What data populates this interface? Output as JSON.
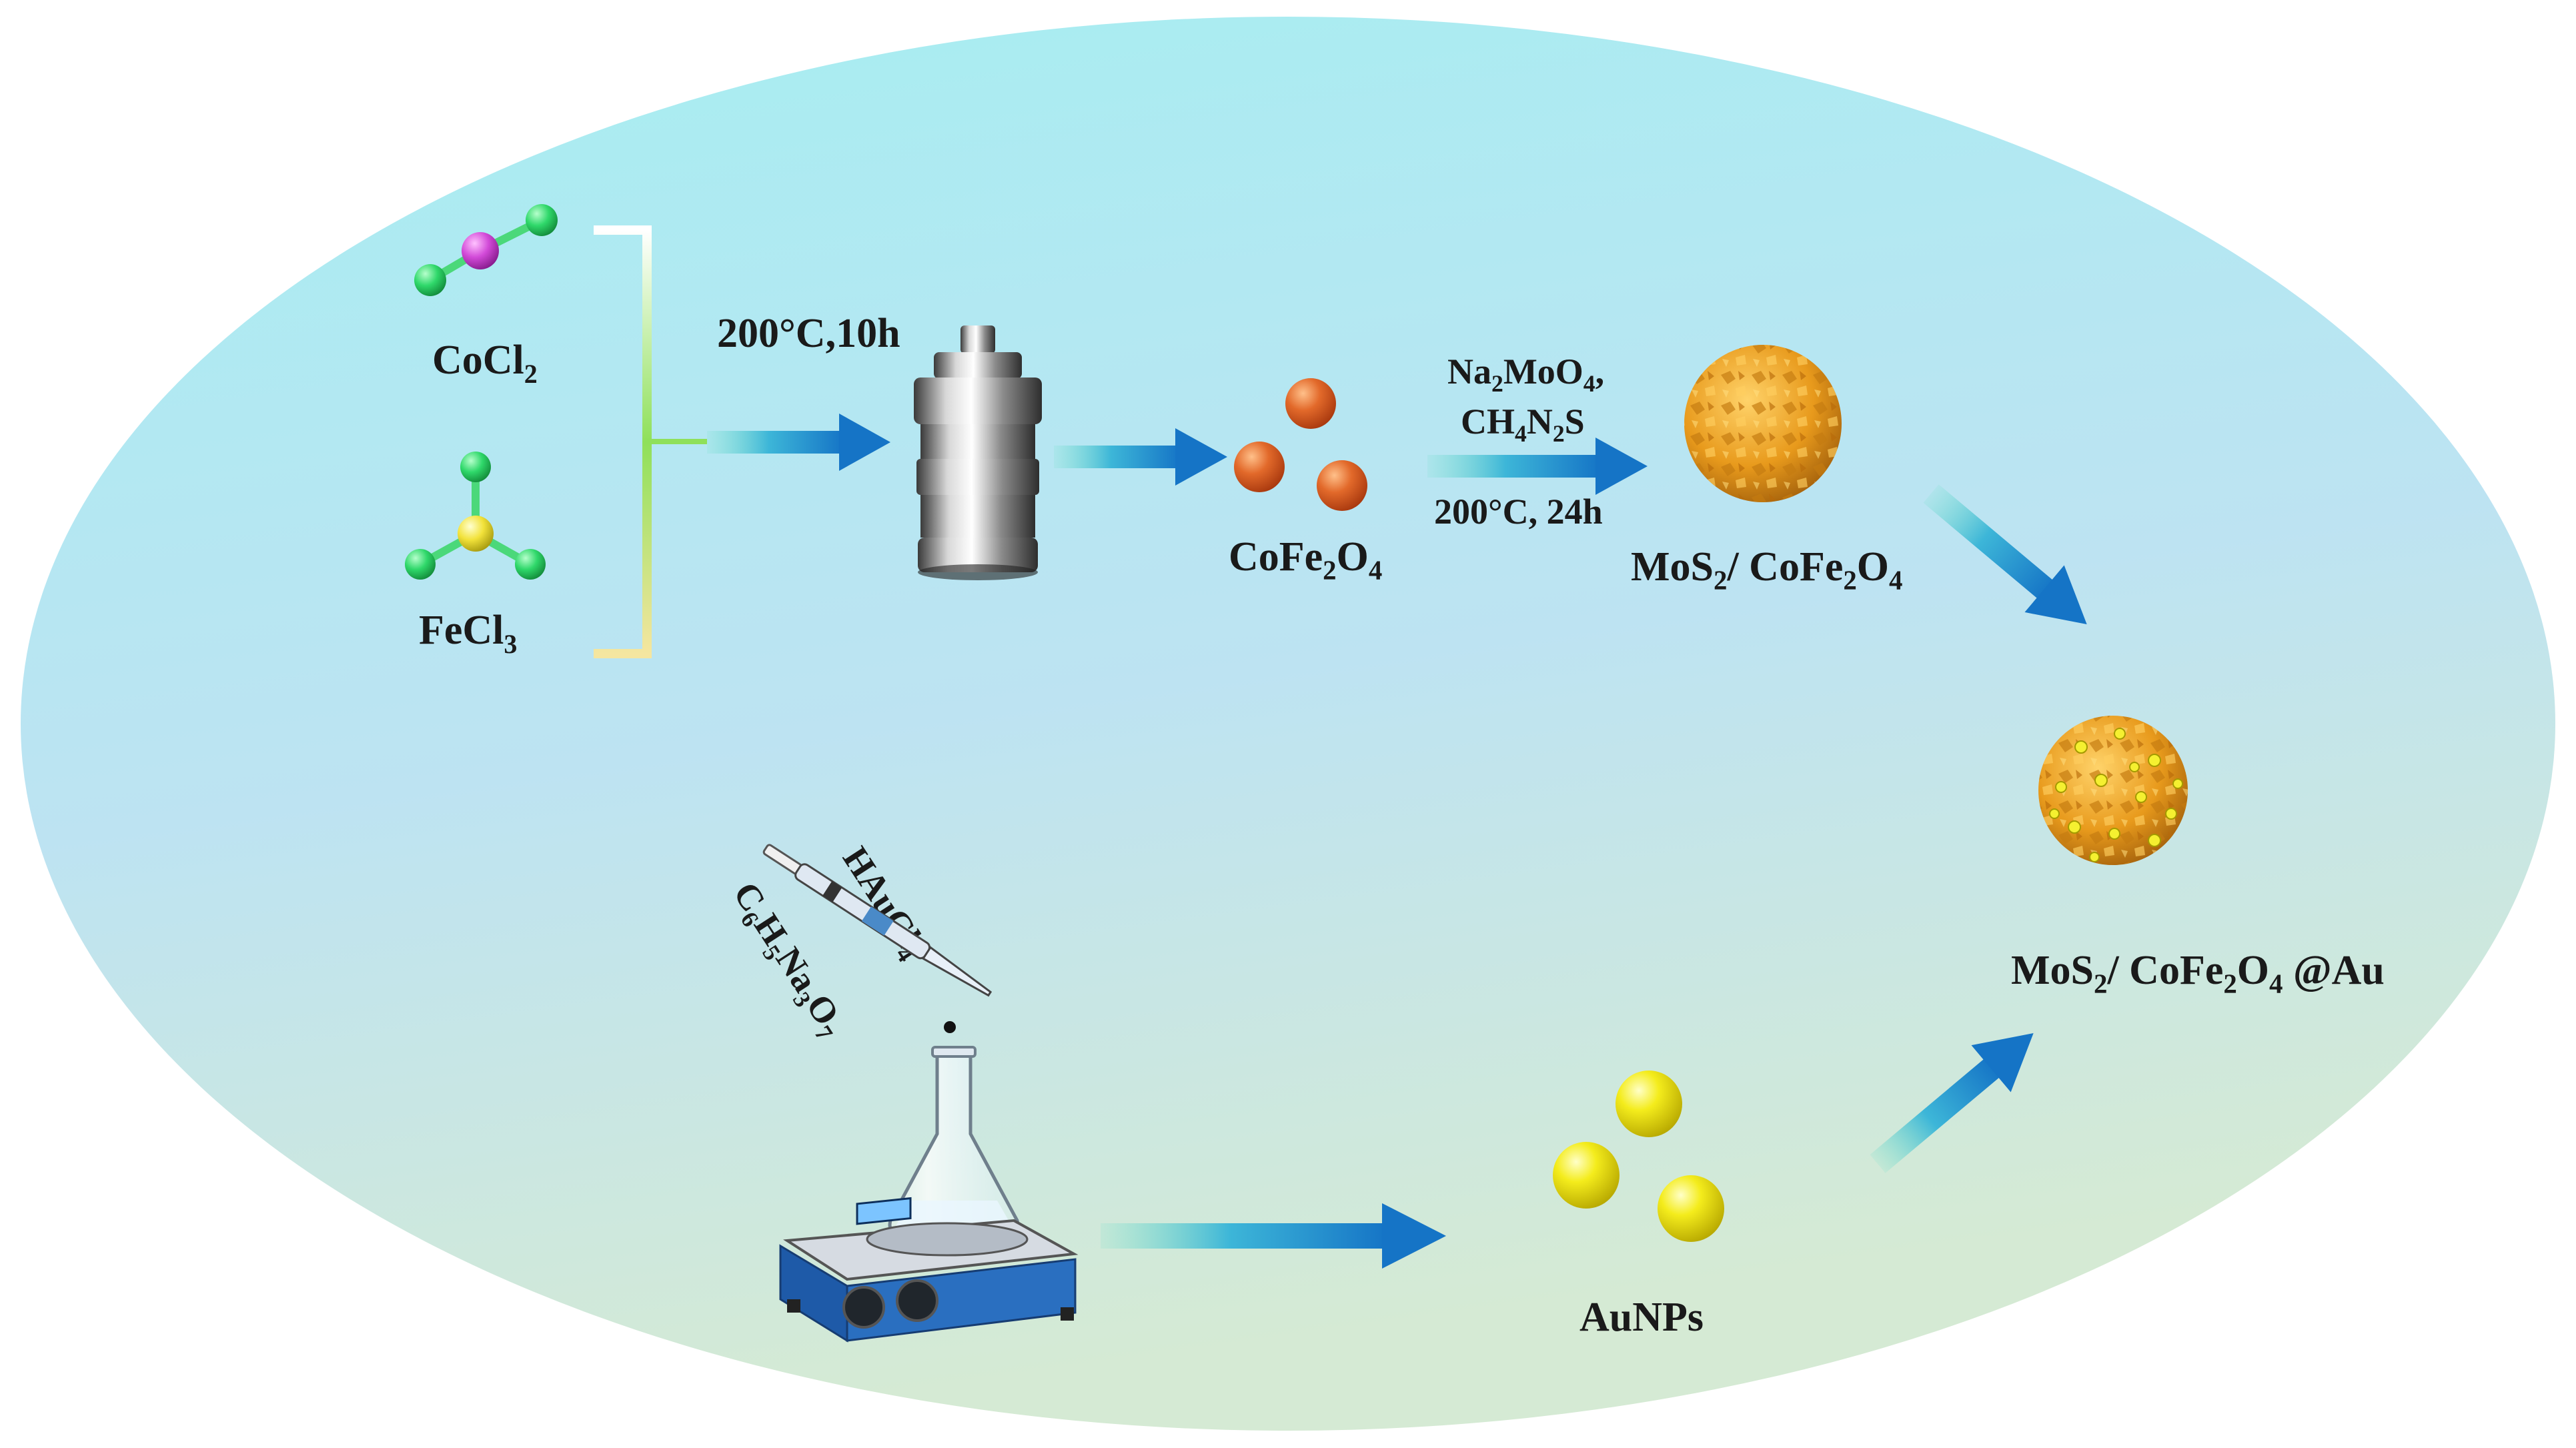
{
  "reactants": [
    {
      "base": "CoCl",
      "sub": "2"
    },
    {
      "base": "FeCl",
      "sub": "3"
    }
  ],
  "step1_condition": "200°C,10h",
  "cofe2o4_label": [
    {
      "t": "CoFe"
    },
    {
      "t": "2",
      "s": 1
    },
    {
      "t": "O"
    },
    {
      "t": "4",
      "s": 1
    }
  ],
  "step2_reagent1": [
    {
      "t": "Na"
    },
    {
      "t": "2",
      "s": 1
    },
    {
      "t": "MoO"
    },
    {
      "t": "4",
      "s": 1
    },
    {
      "t": ","
    }
  ],
  "step2_reagent2": [
    {
      "t": "CH"
    },
    {
      "t": "4",
      "s": 1
    },
    {
      "t": "N"
    },
    {
      "t": "2",
      "s": 1
    },
    {
      "t": "S"
    }
  ],
  "step2_condition": "200°C, 24h",
  "mos2_cofe2o4_label": [
    {
      "t": "MoS"
    },
    {
      "t": "2",
      "s": 1
    },
    {
      "t": "/ CoFe"
    },
    {
      "t": "2",
      "s": 1
    },
    {
      "t": "O"
    },
    {
      "t": "4",
      "s": 1
    }
  ],
  "gold_reagent1": [
    {
      "t": "HAuCl"
    },
    {
      "t": "4",
      "s": 1
    }
  ],
  "gold_reagent2": [
    {
      "t": "C"
    },
    {
      "t": "6",
      "s": 1
    },
    {
      "t": "H"
    },
    {
      "t": "5",
      "s": 1
    },
    {
      "t": "Na"
    },
    {
      "t": "3",
      "s": 1
    },
    {
      "t": "O"
    },
    {
      "t": "7",
      "s": 1
    }
  ],
  "aunps_label": "AuNPs",
  "final_label": [
    {
      "t": "MoS"
    },
    {
      "t": "2",
      "s": 1
    },
    {
      "t": "/ CoFe"
    },
    {
      "t": "2",
      "s": 1
    },
    {
      "t": "O"
    },
    {
      "t": "4",
      "s": 1
    },
    {
      "t": " @Au"
    }
  ],
  "colors": {
    "background_top": "#a9eef0",
    "background_bottom": "#cfe9d8",
    "arrow": "#1a86d0",
    "cofe2o4_particle": "#e06a2a",
    "au_particle": "#f2ea1a",
    "mos2_shell": "#e8a21e",
    "chlorine_atom": "#2fd86a",
    "cobalt_atom": "#d24ad8",
    "iron_atom": "#f2e23a"
  }
}
